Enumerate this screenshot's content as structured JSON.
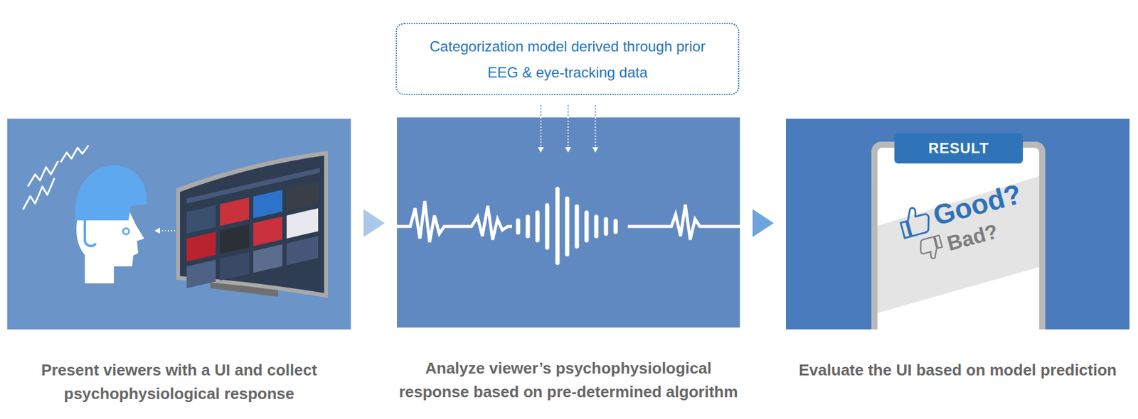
{
  "diagram": {
    "nodes": [
      {
        "text": [
          "Categorization model derived through prior EEG & eye-tracking data"
        ]
      },
      {
        "text": [
          "Present viewers with a UI and collect psychophysiological response"
        ]
      },
      {
        "text": [
          "Analyze viewer’s psychophysiological response based on pre-determined algorithm"
        ]
      },
      {
        "text": [
          "Evaluate the UI based on model prediction"
        ]
      },
      {
        "text": [
          "Good?",
          "Bad?"
        ],
        "in": 3
      },
      {
        "text": [
          "RESULT"
        ],
        "in": 4
      }
    ],
    "edges": [
      {
        "from": 1,
        "to": 2,
        "arrow": "to"
      },
      {
        "from": 0,
        "to": 2,
        "arrow": "to"
      },
      {
        "from": 0,
        "to": 2,
        "arrow": "to"
      },
      {
        "from": 0,
        "to": 2,
        "arrow": "to"
      },
      {
        "from": 2,
        "to": 3,
        "arrow": "to"
      }
    ]
  }
}
